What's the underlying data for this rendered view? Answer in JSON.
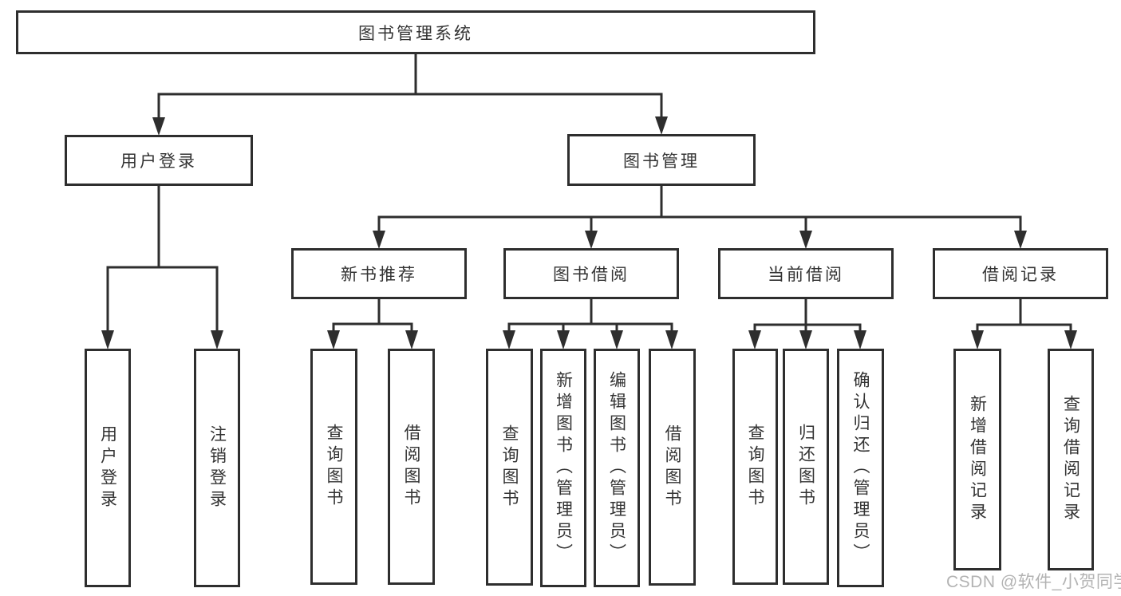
{
  "tree": {
    "label": "图书管理系统",
    "children": [
      {
        "label": "用户登录",
        "children": [
          {
            "label": "用户登录"
          },
          {
            "label": "注销登录"
          }
        ]
      },
      {
        "label": "图书管理",
        "children": [
          {
            "label": "新书推荐",
            "children": [
              {
                "label": "查询图书"
              },
              {
                "label": "借阅图书"
              }
            ]
          },
          {
            "label": "图书借阅",
            "children": [
              {
                "label": "查询图书"
              },
              {
                "label": "新增图书（管理员）"
              },
              {
                "label": "编辑图书（管理员）"
              },
              {
                "label": "借阅图书"
              }
            ]
          },
          {
            "label": "当前借阅",
            "children": [
              {
                "label": "查询图书"
              },
              {
                "label": "归还图书"
              },
              {
                "label": "确认归还（管理员）"
              }
            ]
          },
          {
            "label": "借阅记录",
            "children": [
              {
                "label": "新增借阅记录"
              },
              {
                "label": "查询借阅记录"
              }
            ]
          }
        ]
      }
    ]
  },
  "watermark": {
    "text": "CSDN @软件_小贺同学"
  },
  "colors": {
    "line": "#2e2e2e",
    "text": "#333333",
    "box_fill": "#ffffff",
    "watermark": "#b3b3b3",
    "background": "#ffffff"
  }
}
